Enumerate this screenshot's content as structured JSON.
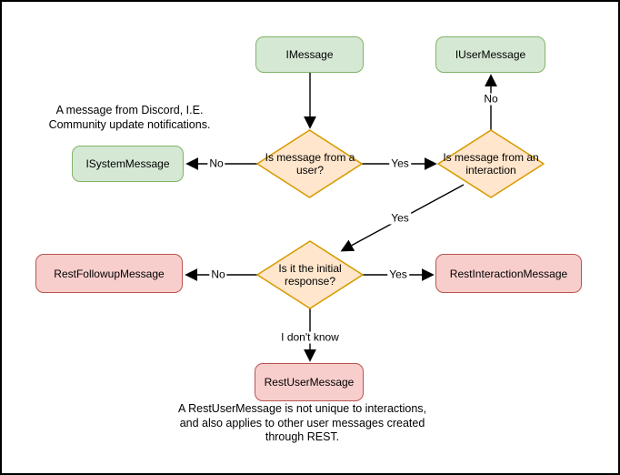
{
  "diagram": {
    "type": "flowchart",
    "topic": "Discord message type decision flow",
    "palette": {
      "interface_fill": "#d5e8d4",
      "interface_border": "#82b366",
      "decision_fill": "#ffe6cc",
      "decision_border": "#d79b00",
      "rest_fill": "#f8cecc",
      "rest_border": "#b85450",
      "edge_color": "#000000",
      "background": "#ffffff",
      "canvas_border": "#000000"
    },
    "nodes": {
      "imessage": {
        "label": "IMessage",
        "kind": "interface"
      },
      "iusermessage": {
        "label": "IUserMessage",
        "kind": "interface"
      },
      "isystemmessage": {
        "label": "ISystemMessage",
        "kind": "interface"
      },
      "restfollowupmessage": {
        "label": "RestFollowupMessage",
        "kind": "rest"
      },
      "restinteractionmessage": {
        "label": "RestInteractionMessage",
        "kind": "rest"
      },
      "restusermessage": {
        "label": "RestUserMessage",
        "kind": "rest"
      }
    },
    "decisions": {
      "from_user": {
        "label": "Is message from a user?"
      },
      "from_interaction": {
        "label": "Is message from an interaction"
      },
      "initial_response": {
        "label": "Is it the initial response?"
      }
    },
    "edge_labels": {
      "user_no": "No",
      "user_yes": "Yes",
      "interaction_no": "No",
      "interaction_yes": "Yes",
      "initial_no": "No",
      "initial_yes": "Yes",
      "initial_unknown": "I don't know"
    },
    "notes": {
      "system_note": {
        "line1": "A message from Discord, I.E.",
        "line2": "Community update notifications."
      },
      "rest_note": {
        "line1": "A RestUserMessage is not unique to interactions,",
        "line2": "and also applies to other user messages created",
        "line3": "through REST."
      }
    }
  }
}
